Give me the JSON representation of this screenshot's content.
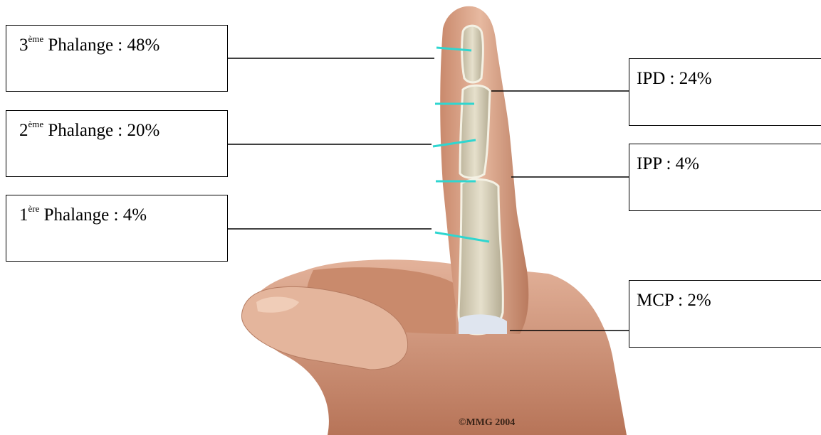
{
  "labels": {
    "phalange3": {
      "number": "3",
      "suffix": "ème",
      "text": " Phalange : 48%"
    },
    "phalange2": {
      "number": "2",
      "suffix": "ème",
      "text": " Phalange : 20%"
    },
    "phalange1": {
      "number": "1",
      "suffix": "ère",
      "text": " Phalange : 4%"
    },
    "ipd": "IPD : 24%",
    "ipp": "IPP : 4%",
    "mcp": "MCP : 2%"
  },
  "copyright": "©MMG 2004",
  "colors": {
    "skin": "#d9a68a",
    "skin_shadow": "#a56a50",
    "bone": "#d8d2bd",
    "fracture_marker": "#2fd6d0",
    "leader_line": "#000000"
  }
}
